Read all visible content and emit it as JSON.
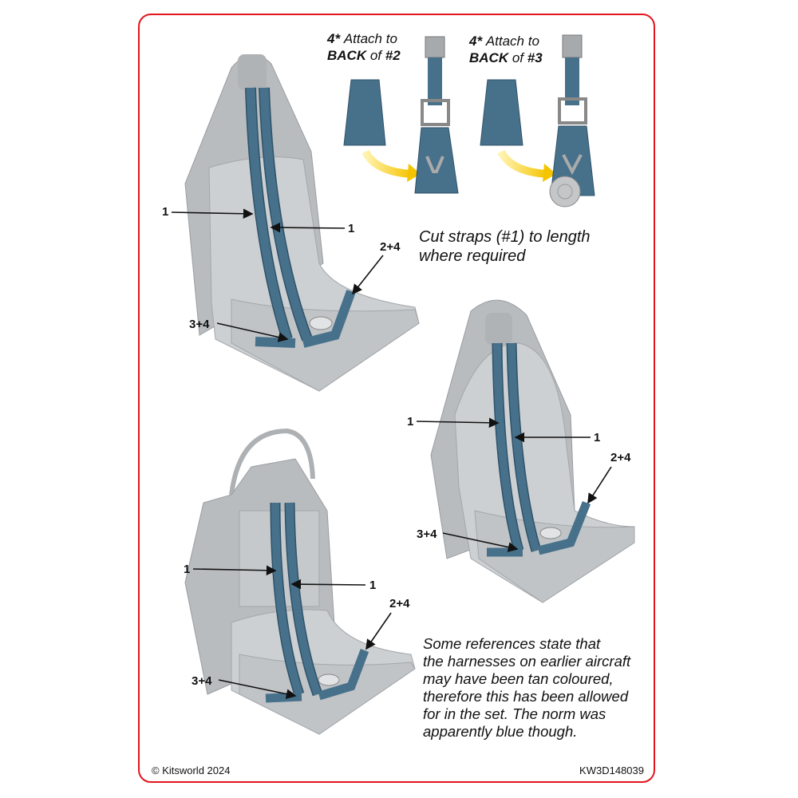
{
  "attach_notes": [
    {
      "num": "4*",
      "text": "Attach to",
      "bold": "BACK",
      "of": "of",
      "target": "#2"
    },
    {
      "num": "4*",
      "text": "Attach to",
      "bold": "BACK",
      "of": "of",
      "target": "#3"
    }
  ],
  "cut_note": [
    "Cut straps (#1) to length",
    "where required"
  ],
  "reference_note": [
    "Some references state that",
    "the harnesses on earlier aircraft",
    "may have been tan coloured,",
    "therefore this has been allowed",
    "for in the set. The norm was",
    "apparently blue though."
  ],
  "labels": {
    "seat1": [
      "1",
      "1",
      "2+4",
      "3+4"
    ],
    "seat2": [
      "1",
      "1",
      "2+4",
      "3+4"
    ],
    "seat3": [
      "1",
      "1",
      "2+4",
      "3+4"
    ]
  },
  "footer": {
    "copyright": "© Kitsworld 2024",
    "code": "KW3D148039"
  },
  "colors": {
    "border": "#e3141b",
    "strap": "#47718b",
    "seat": "#c9cbcd",
    "arrow": "#f5c400"
  }
}
